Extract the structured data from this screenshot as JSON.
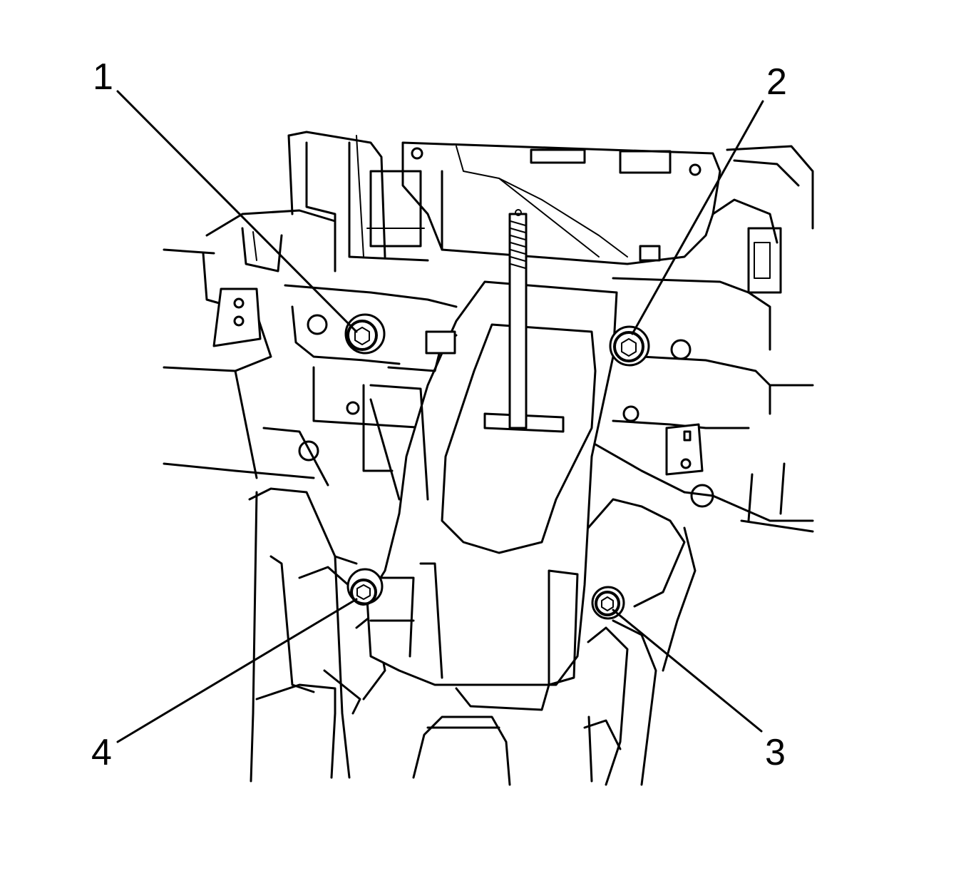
{
  "callouts": [
    {
      "id": "1",
      "label": "1"
    },
    {
      "id": "2",
      "label": "2"
    },
    {
      "id": "3",
      "label": "3"
    },
    {
      "id": "4",
      "label": "4"
    }
  ],
  "colors": {
    "ink": "#000000",
    "paper": "#ffffff"
  },
  "icons": [
    "hex-nut-icon",
    "stud-icon"
  ]
}
